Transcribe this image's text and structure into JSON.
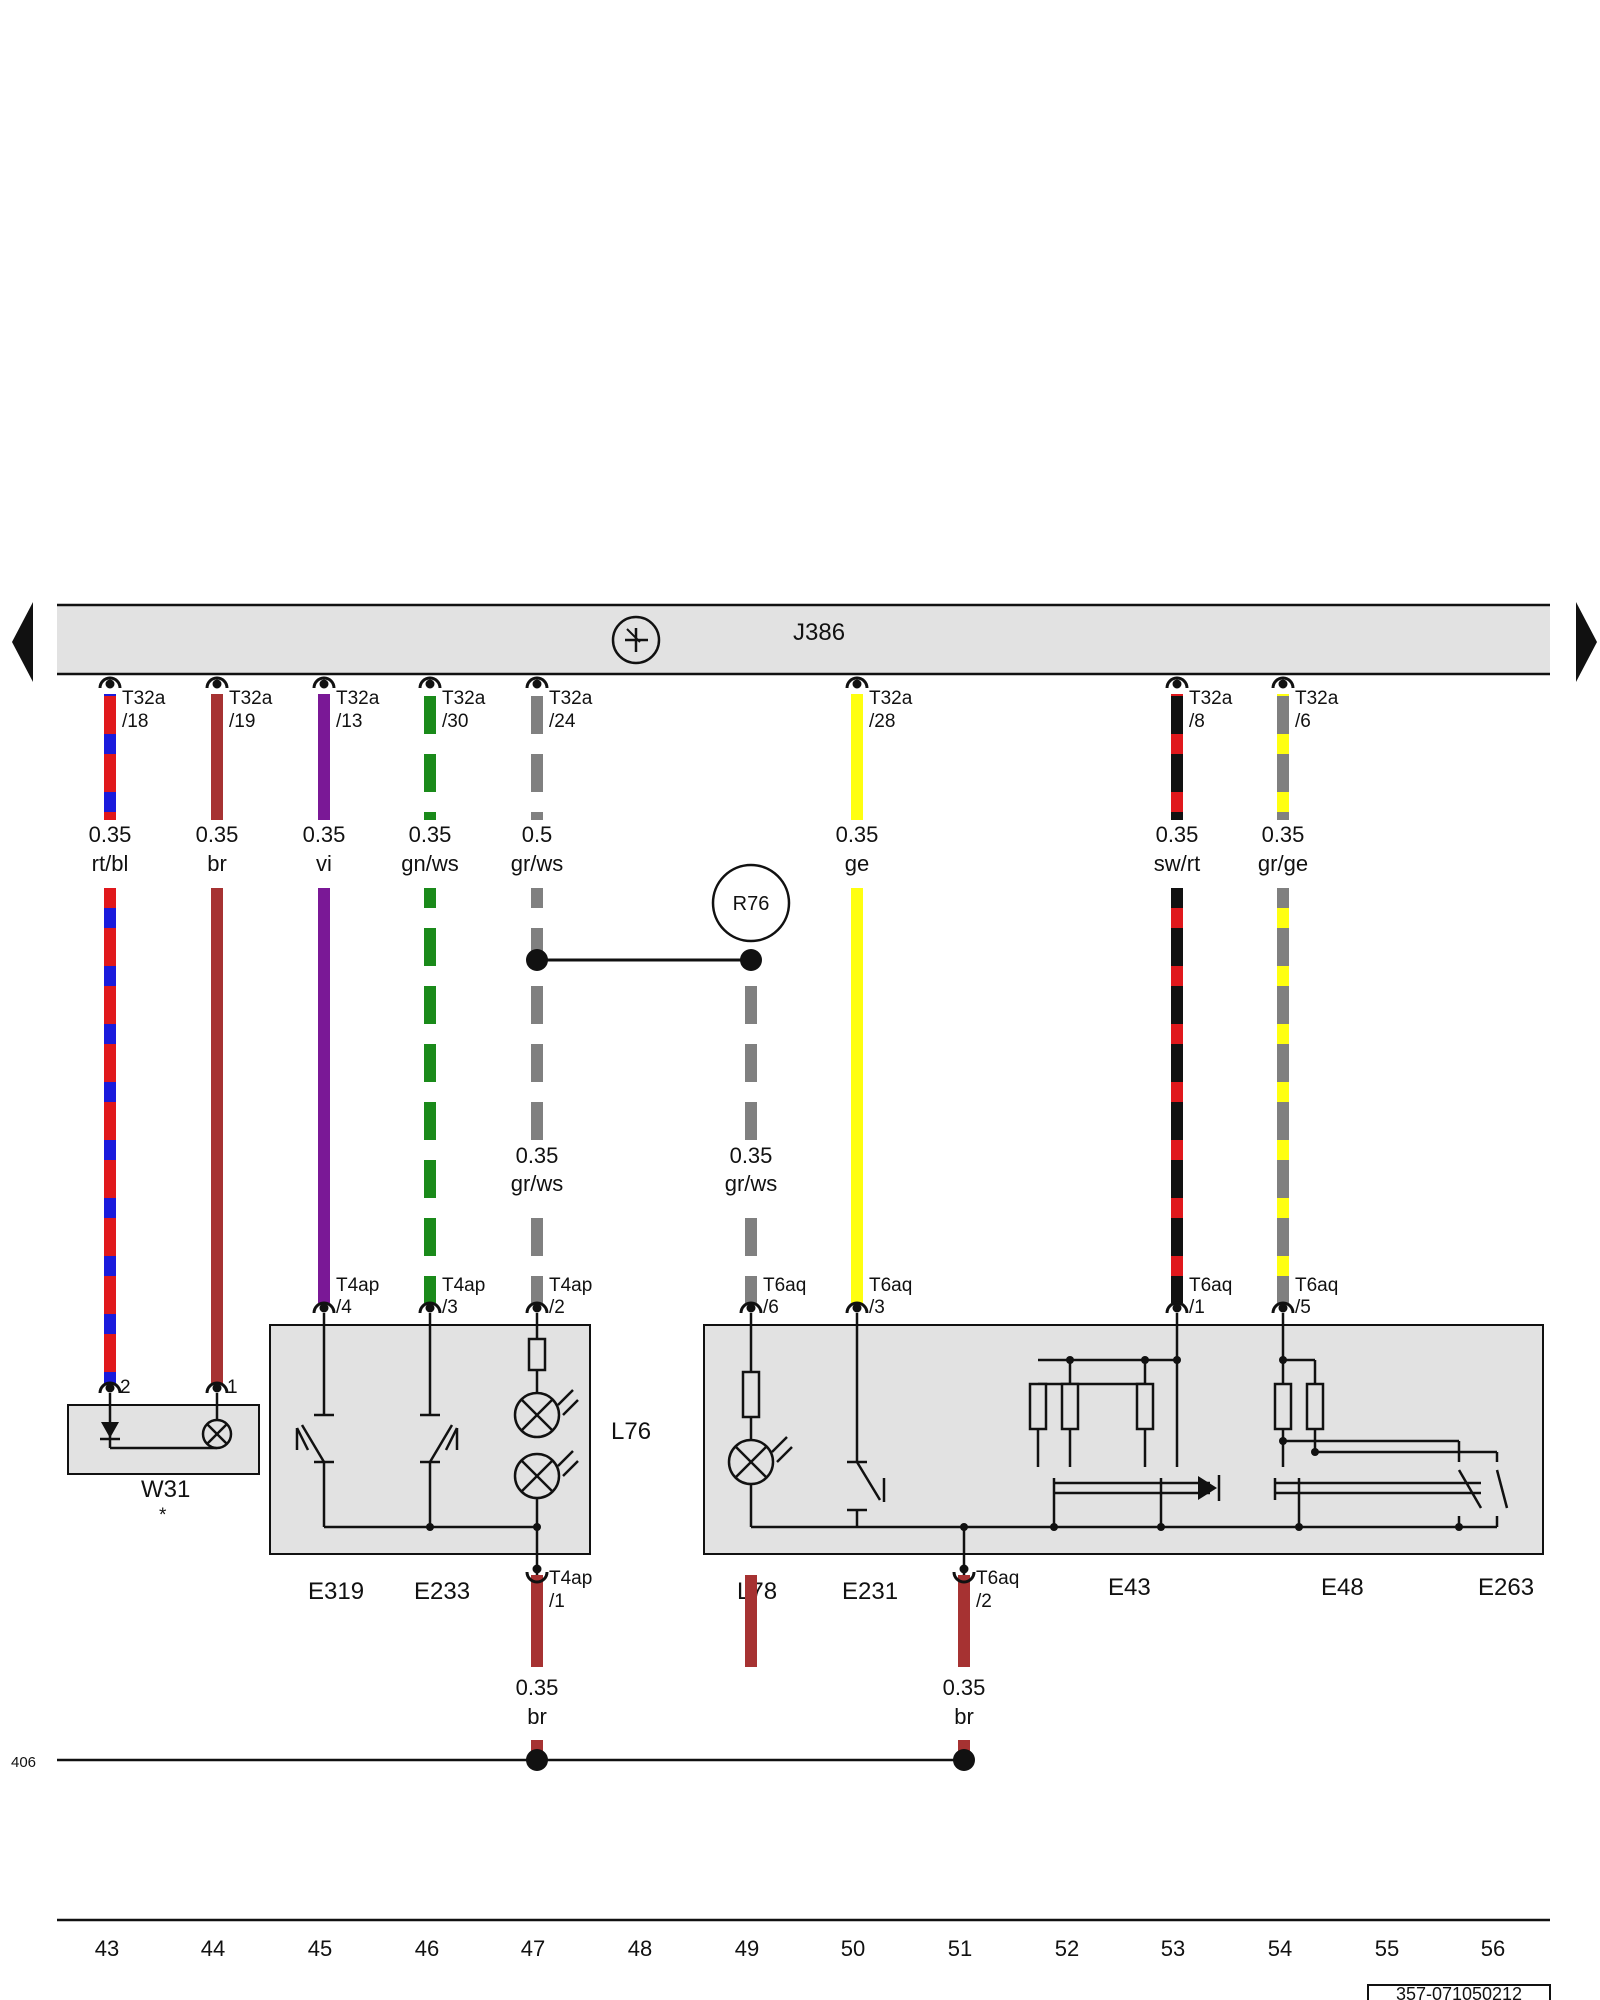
{
  "control_unit": {
    "label": "J386"
  },
  "top_wires": [
    {
      "conn": "T32a",
      "pin": "/18",
      "gauge": "0.35",
      "color": "rt/bl",
      "colors": [
        "#e0181c",
        "#1a1adc"
      ]
    },
    {
      "conn": "T32a",
      "pin": "/19",
      "gauge": "0.35",
      "color": "br",
      "colors": [
        "#a63232"
      ]
    },
    {
      "conn": "T32a",
      "pin": "/13",
      "gauge": "0.35",
      "color": "vi",
      "colors": [
        "#7a1896"
      ]
    },
    {
      "conn": "T32a",
      "pin": "/30",
      "gauge": "0.35",
      "color": "gn/ws",
      "colors": [
        "#1a8a1a",
        "#ffffff"
      ]
    },
    {
      "conn": "T32a",
      "pin": "/24",
      "gauge": "0.5",
      "color": "gr/ws",
      "colors": [
        "#808080",
        "#ffffff"
      ]
    },
    {
      "conn": "T32a",
      "pin": "/28",
      "gauge": "0.35",
      "color": "ge",
      "colors": [
        "#ffff10"
      ]
    },
    {
      "conn": "T32a",
      "pin": "/8",
      "gauge": "0.35",
      "color": "sw/rt",
      "colors": [
        "#111111",
        "#e0181c"
      ]
    },
    {
      "conn": "T32a",
      "pin": "/6",
      "gauge": "0.35",
      "color": "gr/ge",
      "colors": [
        "#808080",
        "#ffff10"
      ]
    }
  ],
  "resistor": {
    "label": "R76"
  },
  "mid_wires": [
    {
      "gauge": "0.35",
      "color": "gr/ws"
    },
    {
      "gauge": "0.35",
      "color": "gr/ws"
    }
  ],
  "lower_pins": [
    {
      "conn": "T4ap",
      "pin": "/4"
    },
    {
      "conn": "T4ap",
      "pin": "/3"
    },
    {
      "conn": "T4ap",
      "pin": "/2"
    },
    {
      "conn": "T6aq",
      "pin": "/6"
    },
    {
      "conn": "T6aq",
      "pin": "/3"
    },
    {
      "conn": "T6aq",
      "pin": "/1"
    },
    {
      "conn": "T6aq",
      "pin": "/5"
    }
  ],
  "w31": {
    "label": "W31",
    "note": "*",
    "pin_left": "2",
    "pin_right": "1"
  },
  "l76": {
    "label": "L76"
  },
  "components": {
    "E319": "E319",
    "E233": "E233",
    "L78": "L78",
    "E231": "E231",
    "E43": "E43",
    "E48": "E48",
    "E263": "E263"
  },
  "bottom_pins": [
    {
      "conn": "T4ap",
      "pin": "/1"
    },
    {
      "conn": "T6aq",
      "pin": "/2"
    }
  ],
  "ground_wires": [
    {
      "gauge": "0.35",
      "color": "br"
    },
    {
      "gauge": "0.35",
      "color": "br"
    }
  ],
  "ground_ref": "406",
  "columns": [
    "43",
    "44",
    "45",
    "46",
    "47",
    "48",
    "49",
    "50",
    "51",
    "52",
    "53",
    "54",
    "55",
    "56"
  ],
  "doc_id": "357-071050212"
}
